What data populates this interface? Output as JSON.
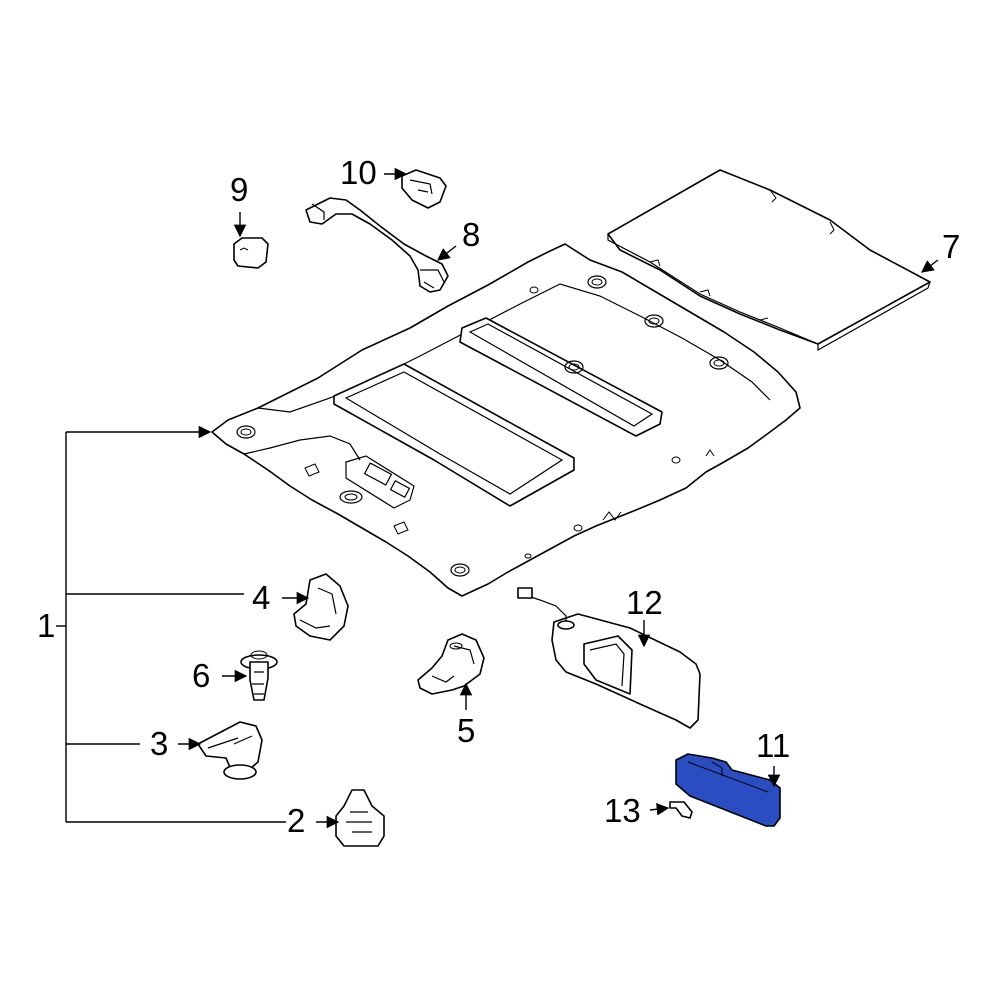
{
  "callouts": {
    "c1": "1",
    "c2": "2",
    "c3": "3",
    "c4": "4",
    "c5": "5",
    "c6": "6",
    "c7": "7",
    "c8": "8",
    "c9": "9",
    "c10": "10",
    "c11": "11",
    "c12": "12",
    "c13": "13"
  },
  "colors": {
    "highlight_part": "#2a4dc2",
    "line": "#000000",
    "background": "#ffffff"
  }
}
